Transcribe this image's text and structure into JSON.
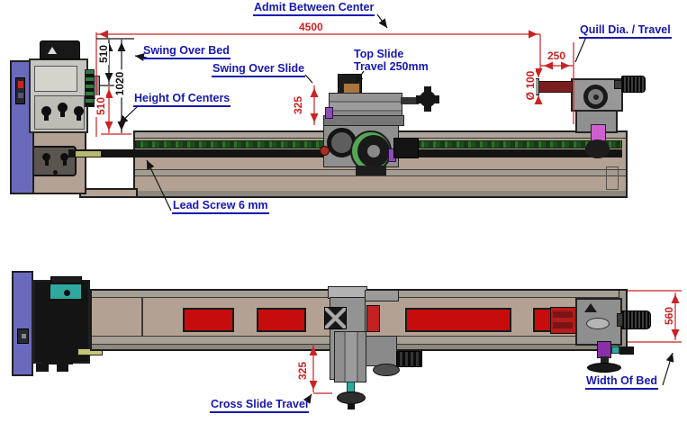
{
  "view_labels": {
    "admit_between_center": "Admit Between Center",
    "quill_dia_travel": "Quill Dia. / Travel",
    "swing_over_bed": "Swing Over Bed",
    "swing_over_slide": "Swing Over Slide",
    "top_slide_line1": "Top Slide",
    "top_slide_line2": "Travel 250mm",
    "height_of_centers": "Height Of Centers",
    "lead_screw": "Lead Screw 6 mm",
    "cross_slide_travel": "Cross Slide Travel",
    "width_of_bed": "Width Of Bed"
  },
  "dims": {
    "admit_between_centers_mm": "4500",
    "quill_travel_mm": "250",
    "quill_dia": "Ø 100",
    "swing_over_bed_mm": "510",
    "swing_diameter_mm": "1020",
    "height_of_centers_mm": "510",
    "center_over_slide_mm": "325",
    "cross_slide_travel_mm": "325",
    "bed_width_mm": "560"
  },
  "colors": {
    "label_blue": "#1717b0",
    "dim_red": "#cc2222",
    "dim_black": "#151515",
    "bed_tan": "#b3a293",
    "cabinet_blue": "#6a6abc",
    "motor_teal": "#2fa89e",
    "way_red": "#c60d0d",
    "machine_gray": "#8f8f8f",
    "clamp_magenta": "#cf5fd0",
    "screw_green": "#2e6e2e"
  }
}
